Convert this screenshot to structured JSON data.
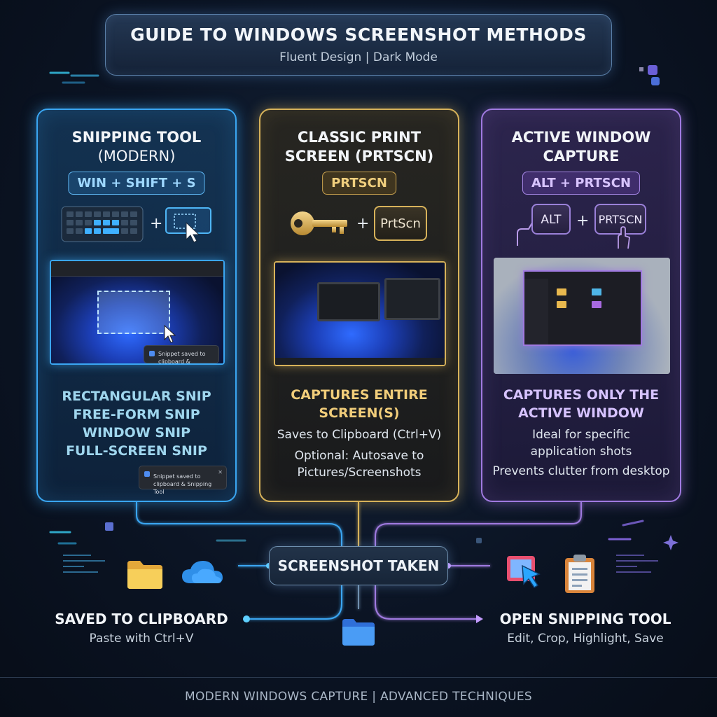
{
  "header": {
    "title": "GUIDE TO WINDOWS SCREENSHOT METHODS",
    "subtitle": "Fluent Design | Dark Mode"
  },
  "panels": [
    {
      "title": "SNIPPING TOOL",
      "subtitle": "(MODERN)",
      "shortcut": "WIN + SHIFT + S",
      "toast_text": "Snippet saved to clipboard & Snipping Tool",
      "modes": [
        "RECTANGULAR SNIP",
        "FREE-FORM SNIP",
        "WINDOW SNIP",
        "FULL-SCREEN SNIP"
      ],
      "toast2_text": "Snippet saved to clipboard & Snipping Tool",
      "accent": "#3aa6f2"
    },
    {
      "title": "CLASSIC PRINT SCREEN (PRTSCN)",
      "shortcut": "PRTSCN",
      "key_label": "PrtScn",
      "headline": "CAPTURES ENTIRE SCREEN(S)",
      "line1": "Saves to Clipboard (Ctrl+V)",
      "line2": "Optional: Autosave to Pictures/Screenshots",
      "accent": "#d7b25a"
    },
    {
      "title": "ACTIVE WINDOW CAPTURE",
      "shortcut": "ALT + PRTSCN",
      "key1_label": "ALT",
      "key2_label": "PRTSCN",
      "headline": "CAPTURES ONLY THE ACTIVE WINDOW",
      "line1": "Ideal for specific application shots",
      "line2": "Prevents clutter from desktop",
      "accent": "#a07ae0"
    }
  ],
  "plus_sign": "+",
  "center": {
    "label": "SCREENSHOT TAKEN"
  },
  "outputs": {
    "left": {
      "title": "SAVED TO CLIPBOARD",
      "subtitle": "Paste with Ctrl+V"
    },
    "right": {
      "title": "OPEN SNIPPING TOOL",
      "subtitle": "Edit, Crop, Highlight, Save"
    }
  },
  "footer": "MODERN WINDOWS CAPTURE | ADVANCED TECHNIQUES",
  "icons": [
    "keyboard-icon",
    "snip-select-icon",
    "key-icon",
    "hand-press-icon",
    "folder-icon",
    "onedrive-cloud-icon",
    "snipping-tool-icon",
    "clipboard-icon"
  ]
}
